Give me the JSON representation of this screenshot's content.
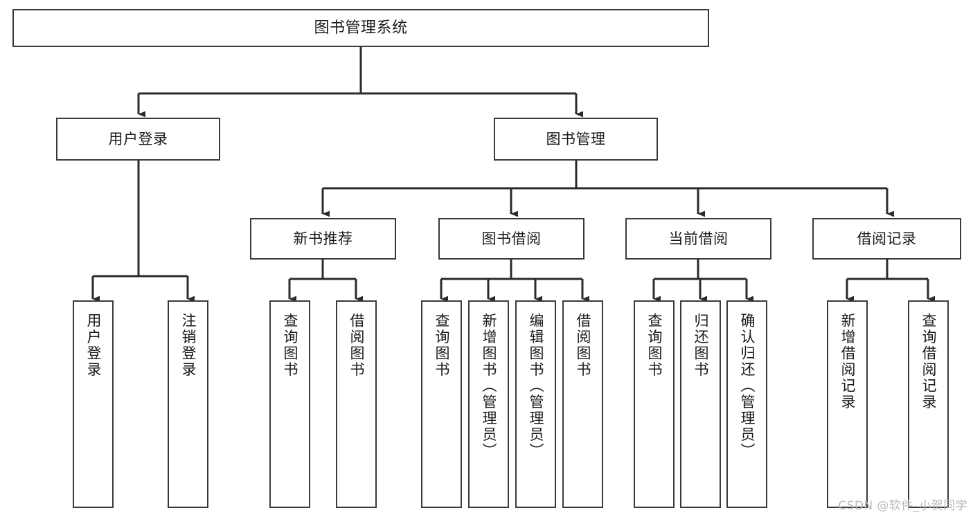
{
  "diagram": {
    "title": "图书管理系统",
    "type": "tree-hierarchy-chart",
    "orientation": "top-down",
    "style": {
      "box_border_color": "#3a3a3a",
      "box_fill_color": "#ffffff",
      "edge_color": "#2b2b2b",
      "background_color": "#ffffff",
      "text_color": "#1a1a1a"
    },
    "root": {
      "id": "root",
      "label": "图书管理系统"
    },
    "level2": [
      {
        "id": "user-login",
        "label": "用户登录"
      },
      {
        "id": "book-manage",
        "label": "图书管理"
      }
    ],
    "level3": [
      {
        "id": "new-book-recommend",
        "label": "新书推荐"
      },
      {
        "id": "book-borrow",
        "label": "图书借阅"
      },
      {
        "id": "current-borrow",
        "label": "当前借阅"
      },
      {
        "id": "borrow-record",
        "label": "借阅记录"
      }
    ],
    "leaves": {
      "user_login": [
        {
          "id": "leaf-user-login",
          "label": "用户登录"
        },
        {
          "id": "leaf-logout-login",
          "label": "注销登录"
        }
      ],
      "new_book_recommend": [
        {
          "id": "leaf-query-book-1",
          "label": "查询图书"
        },
        {
          "id": "leaf-borrow-book-1",
          "label": "借阅图书"
        }
      ],
      "book_borrow": [
        {
          "id": "leaf-query-book-2",
          "label": "查询图书"
        },
        {
          "id": "leaf-add-book",
          "label": "新增图书（管理员）"
        },
        {
          "id": "leaf-edit-book",
          "label": "编辑图书（管理员）"
        },
        {
          "id": "leaf-borrow-book-2",
          "label": "借阅图书"
        }
      ],
      "current_borrow": [
        {
          "id": "leaf-query-book-3",
          "label": "查询图书"
        },
        {
          "id": "leaf-return-book",
          "label": "归还图书"
        },
        {
          "id": "leaf-confirm-return",
          "label": "确认归还（管理员）"
        }
      ],
      "borrow_record": [
        {
          "id": "leaf-add-record",
          "label": "新增借阅记录"
        },
        {
          "id": "leaf-query-record",
          "label": "查询借阅记录"
        }
      ]
    }
  },
  "watermark": {
    "text": "CSDN @软件_小贺同学"
  }
}
